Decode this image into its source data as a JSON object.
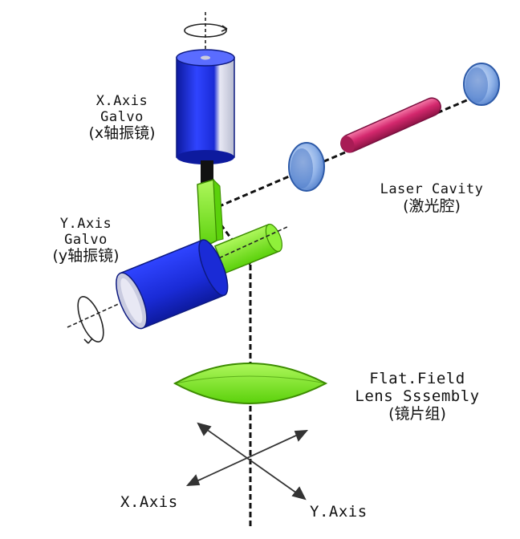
{
  "labels": {
    "x_galvo": {
      "line1": "X.Axis",
      "line2": "Galvo",
      "line3": "(x轴振镜)"
    },
    "y_galvo": {
      "line1": "Y.Axis",
      "line2": "Galvo",
      "line3": "(y轴振镜)"
    },
    "laser_cavity": {
      "line1": "Laser Cavity",
      "line2": "(激光腔)"
    },
    "lens": {
      "line1": "Flat.Field",
      "line2": "Lens Sssembly",
      "line3": "(镜片组)"
    },
    "x_axis": "X.Axis",
    "y_axis": "Y.Axis"
  },
  "colors": {
    "galvo_blue": "#1a2bd6",
    "mirror_green": "#7ef21a",
    "laser_tube": "#d4286e",
    "lens_blue": "#5a8fd8"
  }
}
